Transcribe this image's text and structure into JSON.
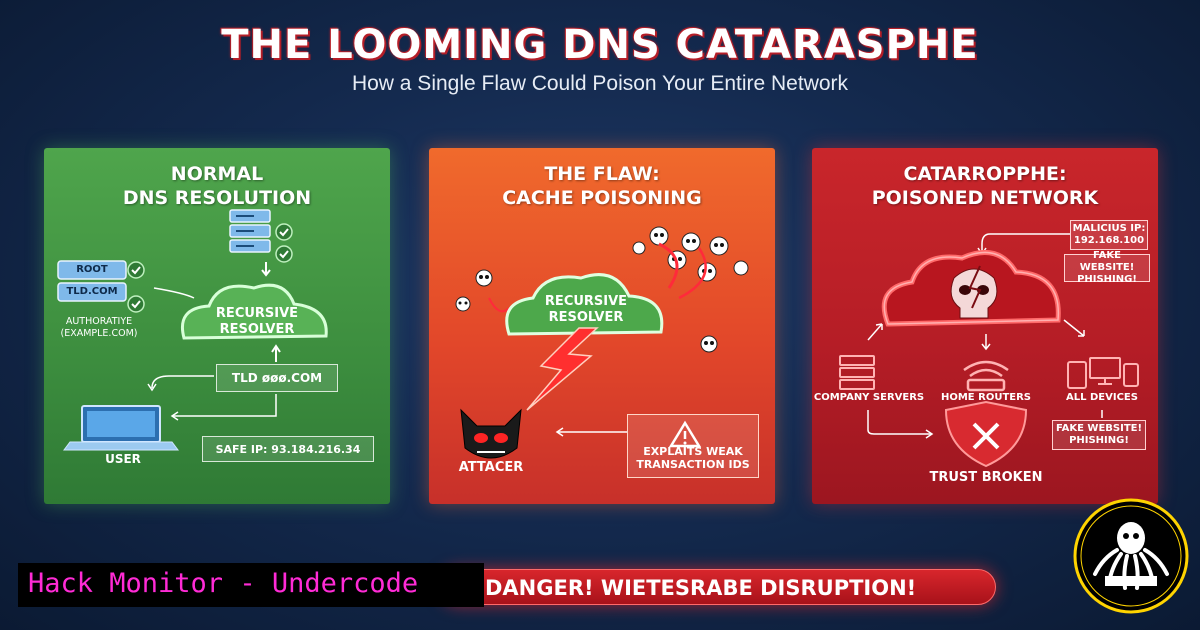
{
  "header": {
    "title": "THE LOOMING DNS CATARASPHE",
    "subtitle": "How a Single Flaw Could Poison Your Entire Network"
  },
  "panels": {
    "normal": {
      "title_line1": "NORMAL",
      "title_line2": "DNS RESOLUTION",
      "root_label": "ROOT",
      "tld_label": "TLD.COM",
      "authoritative_line1": "AUTHORATIYE",
      "authoritative_line2": "(EXAMPLE.COM)",
      "resolver_line1": "RECURSIVE",
      "resolver_line2": "RESOLVER",
      "tld_box": "TLD øøø.COM",
      "user_label": "USER",
      "safe_ip": "SAFE IP: 93.184.216.34",
      "color": "#3c8d3e"
    },
    "flaw": {
      "title_line1": "THE FLAW:",
      "title_line2": "CACHE POISONING",
      "resolver_line1": "RECURSIVE",
      "resolver_line2": "RESOLVER",
      "attacker_label": "ATTACER",
      "exploit_line1": "EXPLAITS WEAK",
      "exploit_line2": "TRANSACTION IDS",
      "color": "#e2472a"
    },
    "catastrophe": {
      "title_line1": "CATARROPPHE:",
      "title_line2": "POISONED NETWORK",
      "malicious_line1": "MALICIUS IP:",
      "malicious_line2": "192.168.100",
      "fake_top_line1": "FAKE WEBSITE!",
      "fake_top_line2": "PHISHING!",
      "company_servers": "COMPANY SERVERS",
      "home_routers": "HOME ROUTERS",
      "all_devices": "ALL DEVICES",
      "fake_bottom_line1": "FAKE WEBSITE!",
      "fake_bottom_line2": "PHISHING!",
      "trust_broken": "TRUST BROKEN",
      "color": "#b51d26"
    }
  },
  "banner": {
    "text": "DANGER! WIETESRABE DISRUPTION!"
  },
  "watermark": {
    "text": "Hack Monitor - Undercode"
  },
  "icons": {
    "server": "server-icon",
    "check": "check-icon",
    "cloud": "cloud-icon",
    "laptop": "laptop-icon",
    "skull": "skull-icon",
    "lightning": "lightning-icon",
    "warning": "warning-icon",
    "wifi": "wifi-icon",
    "shield": "shield-x-icon",
    "octopus": "octopus-logo-icon"
  }
}
